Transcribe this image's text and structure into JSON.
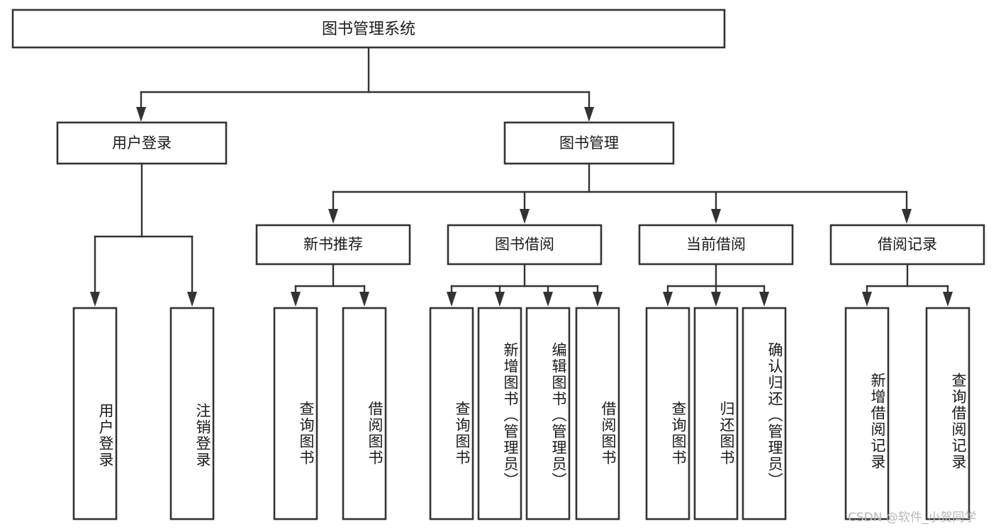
{
  "diagram": {
    "type": "tree-hierarchy-chart",
    "root": {
      "label": "图书管理系统"
    },
    "level1": [
      {
        "label": "用户登录"
      },
      {
        "label": "图书管理"
      }
    ],
    "level2": [
      {
        "label": "新书推荐"
      },
      {
        "label": "图书借阅"
      },
      {
        "label": "当前借阅"
      },
      {
        "label": "借阅记录"
      }
    ],
    "leaves": {
      "user_login": [
        {
          "label": "用户登录"
        },
        {
          "label": "注销登录"
        }
      ],
      "new_book_recommend": [
        {
          "label": "查询图书"
        },
        {
          "label": "借阅图书"
        }
      ],
      "book_borrow": [
        {
          "label": "查询图书"
        },
        {
          "label": "新增图书（管理员）"
        },
        {
          "label": "编辑图书（管理员）"
        },
        {
          "label": "借阅图书"
        }
      ],
      "current_borrow": [
        {
          "label": "查询图书"
        },
        {
          "label": "归还图书"
        },
        {
          "label": "确认归还（管理员）"
        }
      ],
      "borrow_record": [
        {
          "label": "新增借阅记录"
        },
        {
          "label": "查询借阅记录"
        }
      ]
    },
    "watermark": "CSDN @软件_小贺同学",
    "colors": {
      "stroke": "#333333",
      "box_fill": "#ffffff",
      "text": "#1a1a1a",
      "watermark": "#b9b9b9",
      "background": "#ffffff"
    }
  }
}
